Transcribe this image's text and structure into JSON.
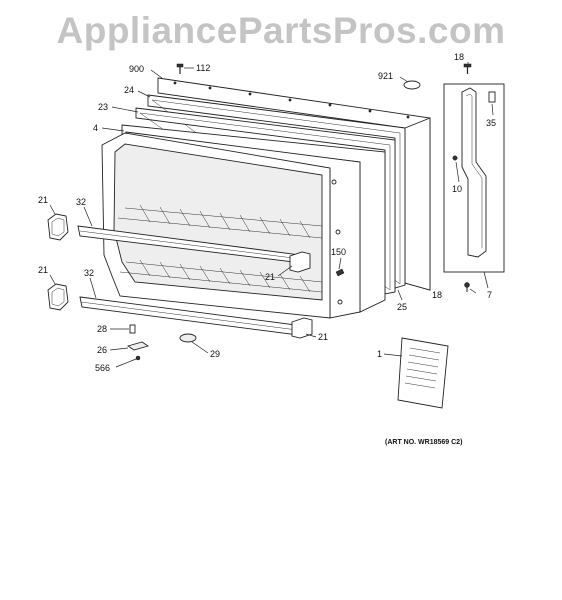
{
  "watermark": "AppliancePartsPros.com",
  "art_number": "(ART NO. WR18569 C2)",
  "callouts": [
    {
      "id": "900",
      "label": "900"
    },
    {
      "id": "112",
      "label": "112"
    },
    {
      "id": "921",
      "label": "921"
    },
    {
      "id": "18a",
      "label": "18"
    },
    {
      "id": "24",
      "label": "24"
    },
    {
      "id": "23",
      "label": "23"
    },
    {
      "id": "35",
      "label": "35"
    },
    {
      "id": "4",
      "label": "4"
    },
    {
      "id": "10",
      "label": "10"
    },
    {
      "id": "21a",
      "label": "21"
    },
    {
      "id": "32a",
      "label": "32"
    },
    {
      "id": "150",
      "label": "150"
    },
    {
      "id": "21b",
      "label": "21"
    },
    {
      "id": "21c",
      "label": "21"
    },
    {
      "id": "32b",
      "label": "32"
    },
    {
      "id": "25",
      "label": "25"
    },
    {
      "id": "18b",
      "label": "18"
    },
    {
      "id": "7",
      "label": "7"
    },
    {
      "id": "28",
      "label": "28"
    },
    {
      "id": "21d",
      "label": "21"
    },
    {
      "id": "26",
      "label": "26"
    },
    {
      "id": "29",
      "label": "29"
    },
    {
      "id": "566",
      "label": "566"
    },
    {
      "id": "1",
      "label": "1"
    }
  ]
}
